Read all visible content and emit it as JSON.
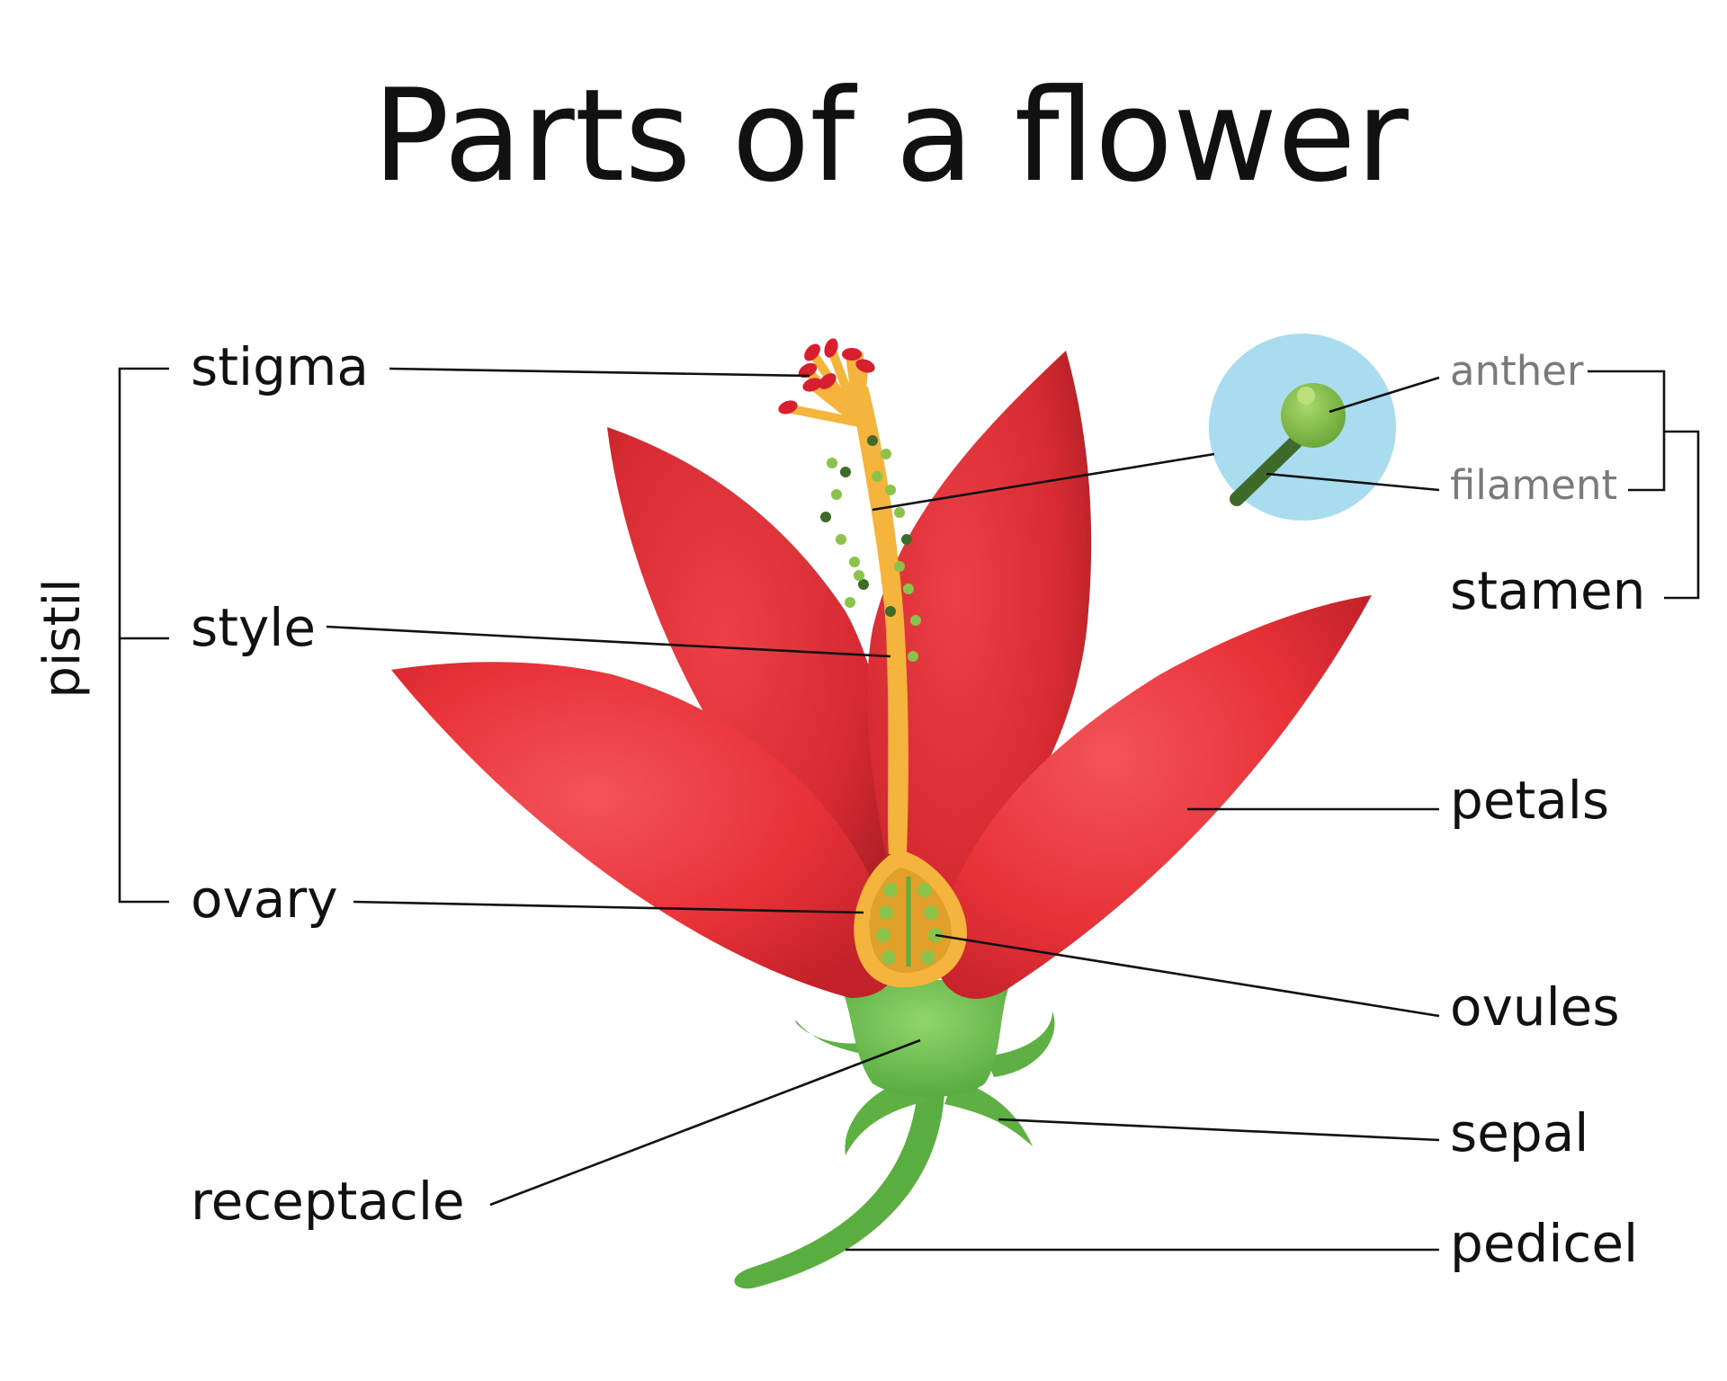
{
  "title": "Parts of a flower",
  "labels": {
    "stigma": "stigma",
    "style": "style",
    "ovary": "ovary",
    "receptacle": "receptacle",
    "pistil": "pistil",
    "anther": "anther",
    "filament": "filament",
    "stamen": "stamen",
    "petals": "petals",
    "ovules": "ovules",
    "sepal": "sepal",
    "pedicel": "pedicel"
  },
  "colors": {
    "petal": "#e83238",
    "petal_dark": "#b81f27",
    "style": "#f5b43c",
    "stigma_tip": "#d81f2f",
    "stem": "#5aad3f",
    "receptacle": "#6dc04f",
    "anther": "#8bc34a",
    "filament": "#3f6b2a",
    "inset_bg": "#a9dcee"
  }
}
